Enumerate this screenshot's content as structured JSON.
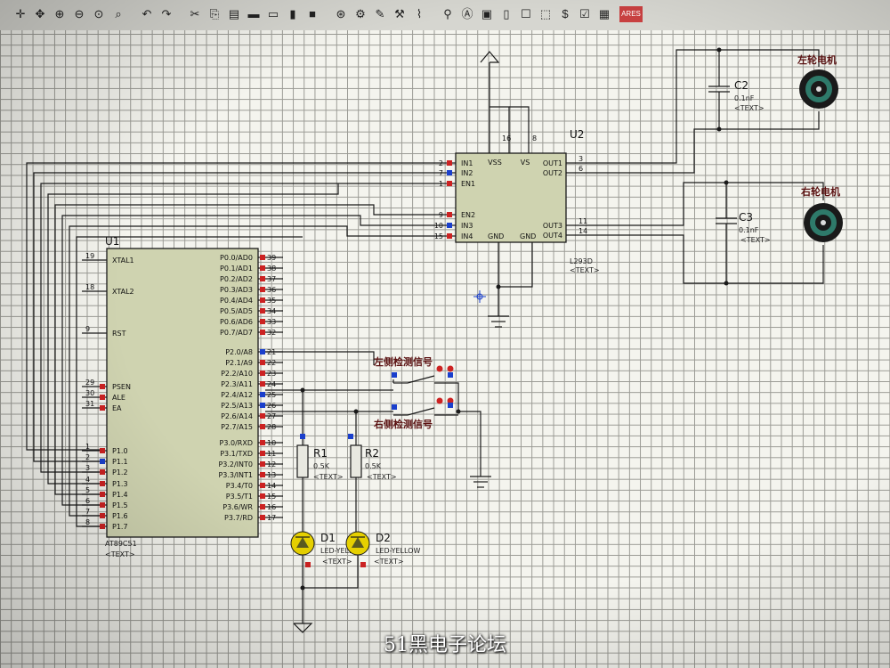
{
  "toolbar": {
    "icons": [
      "crosshair-icon",
      "move-icon",
      "zoom-in-icon",
      "zoom-out-icon",
      "zoom-all-icon",
      "zoom-area-icon",
      "undo-icon",
      "redo-icon",
      "cut-icon",
      "copy-icon",
      "paste-icon",
      "block-copy-icon",
      "block-move-icon",
      "block-rotate-icon",
      "block-delete-icon",
      "pick-device-icon",
      "make-device-icon",
      "package-tool-icon",
      "decompose-icon",
      "wire-autoroute-icon",
      "search-icon",
      "property-assign-icon",
      "design-explorer-icon",
      "new-sheet-icon",
      "remove-sheet-icon",
      "goto-sheet-icon",
      "bill-of-materials-icon",
      "electrical-check-icon",
      "netlist-to-ares-icon"
    ],
    "ares_label": "ARES"
  },
  "colors": {
    "wire": "#1a1a1a",
    "body": "#cfd3b0",
    "pin_red": "#cc2222",
    "pin_blue": "#1a3fcc",
    "led": "#e6d000",
    "text": "#111111",
    "cn": "#5a1010"
  },
  "u1": {
    "ref": "U1",
    "part": "AT89C51",
    "text": "<TEXT>",
    "left_pins": [
      {
        "num": "19",
        "label": "XTAL1"
      },
      {
        "num": "18",
        "label": "XTAL2"
      },
      {
        "num": "9",
        "label": "RST"
      },
      {
        "num": "29",
        "label": "PSEN"
      },
      {
        "num": "30",
        "label": "ALE"
      },
      {
        "num": "31",
        "label": "EA"
      },
      {
        "num": "1",
        "label": "P1.0"
      },
      {
        "num": "2",
        "label": "P1.1"
      },
      {
        "num": "3",
        "label": "P1.2"
      },
      {
        "num": "4",
        "label": "P1.3"
      },
      {
        "num": "5",
        "label": "P1.4"
      },
      {
        "num": "6",
        "label": "P1.5"
      },
      {
        "num": "7",
        "label": "P1.6"
      },
      {
        "num": "8",
        "label": "P1.7"
      }
    ],
    "right_pins": [
      {
        "num": "39",
        "label": "P0.0/AD0"
      },
      {
        "num": "38",
        "label": "P0.1/AD1"
      },
      {
        "num": "37",
        "label": "P0.2/AD2"
      },
      {
        "num": "36",
        "label": "P0.3/AD3"
      },
      {
        "num": "35",
        "label": "P0.4/AD4"
      },
      {
        "num": "34",
        "label": "P0.5/AD5"
      },
      {
        "num": "33",
        "label": "P0.6/AD6"
      },
      {
        "num": "32",
        "label": "P0.7/AD7"
      },
      {
        "num": "21",
        "label": "P2.0/A8"
      },
      {
        "num": "22",
        "label": "P2.1/A9"
      },
      {
        "num": "23",
        "label": "P2.2/A10"
      },
      {
        "num": "24",
        "label": "P2.3/A11"
      },
      {
        "num": "25",
        "label": "P2.4/A12"
      },
      {
        "num": "26",
        "label": "P2.5/A13"
      },
      {
        "num": "27",
        "label": "P2.6/A14"
      },
      {
        "num": "28",
        "label": "P2.7/A15"
      },
      {
        "num": "10",
        "label": "P3.0/RXD"
      },
      {
        "num": "11",
        "label": "P3.1/TXD"
      },
      {
        "num": "12",
        "label": "P3.2/INT0"
      },
      {
        "num": "13",
        "label": "P3.3/INT1"
      },
      {
        "num": "14",
        "label": "P3.4/T0"
      },
      {
        "num": "15",
        "label": "P3.5/T1"
      },
      {
        "num": "16",
        "label": "P3.6/WR"
      },
      {
        "num": "17",
        "label": "P3.7/RD"
      }
    ]
  },
  "u2": {
    "ref": "U2",
    "part": "L293D",
    "text": "<TEXT>",
    "left_pins": [
      {
        "num": "2",
        "label": "IN1"
      },
      {
        "num": "7",
        "label": "IN2"
      },
      {
        "num": "1",
        "label": "EN1"
      },
      {
        "num": "9",
        "label": "EN2"
      },
      {
        "num": "10",
        "label": "IN3"
      },
      {
        "num": "15",
        "label": "IN4"
      }
    ],
    "right_pins": [
      {
        "num": "3",
        "label": "OUT1"
      },
      {
        "num": "6",
        "label": "OUT2"
      },
      {
        "num": "11",
        "label": "OUT3"
      },
      {
        "num": "14",
        "label": "OUT4"
      }
    ],
    "top_pins": [
      {
        "num": "16",
        "label": "VSS"
      },
      {
        "num": "8",
        "label": "VS"
      }
    ],
    "bottom_labels": [
      "GND",
      "GND"
    ]
  },
  "c2": {
    "ref": "C2",
    "value": "0.1nF",
    "text": "<TEXT>"
  },
  "c3": {
    "ref": "C3",
    "value": "0.1nF",
    "text": "<TEXT>"
  },
  "r1": {
    "ref": "R1",
    "value": "0.5K",
    "text": "<TEXT>"
  },
  "r2": {
    "ref": "R2",
    "value": "0.5K",
    "text": "<TEXT>"
  },
  "d1": {
    "ref": "D1",
    "part": "LED-YELLOW",
    "text": "<TEXT>"
  },
  "d2": {
    "ref": "D2",
    "part": "LED-YELLOW",
    "text": "<TEXT>"
  },
  "labels": {
    "left_motor": "左轮电机",
    "right_motor": "右轮电机",
    "left_sensor": "左侧检测信号",
    "right_sensor": "右侧检测信号"
  },
  "watermark": "51黑电子论坛"
}
